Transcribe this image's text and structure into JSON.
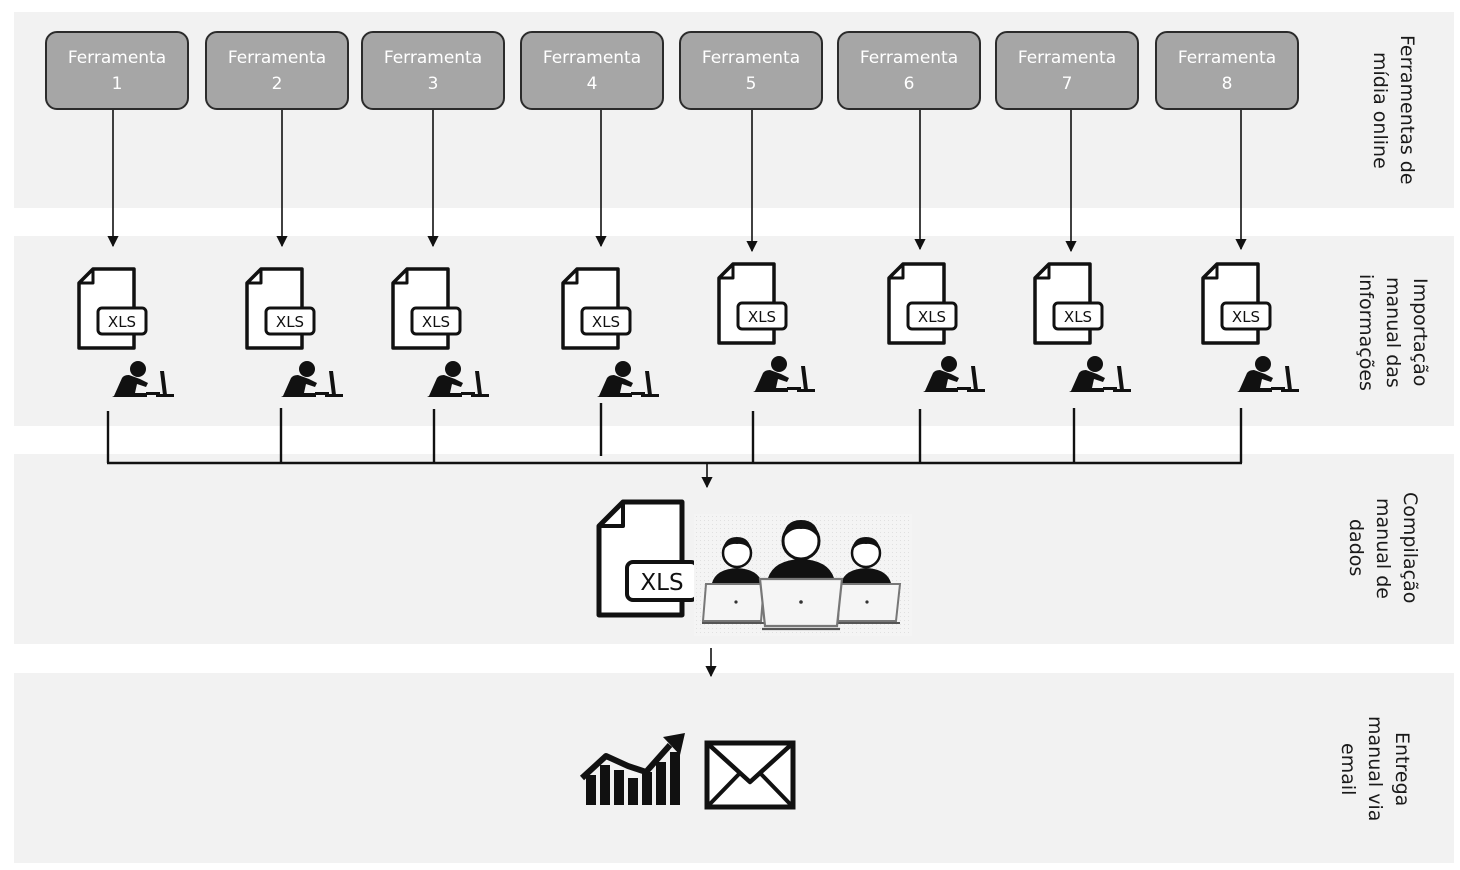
{
  "tools": [
    {
      "label": "Ferramenta",
      "number": "1"
    },
    {
      "label": "Ferramenta",
      "number": "2"
    },
    {
      "label": "Ferramenta",
      "number": "3"
    },
    {
      "label": "Ferramenta",
      "number": "4"
    },
    {
      "label": "Ferramenta",
      "number": "5"
    },
    {
      "label": "Ferramenta",
      "number": "6"
    },
    {
      "label": "Ferramenta",
      "number": "7"
    },
    {
      "label": "Ferramenta",
      "number": "8"
    }
  ],
  "file_label": "XLS",
  "stages": {
    "tools": {
      "line1": "Ferramentas de",
      "line2": "mídia online"
    },
    "import": {
      "line1": "Importação",
      "line2": "manual das",
      "line3": "informações"
    },
    "compile": {
      "line1": "Compilação",
      "line2": "manual de",
      "line3": "dados"
    },
    "delivery": {
      "line1": "Entrega",
      "line2": "manual via",
      "line3": "email"
    }
  },
  "icons": {
    "file": "xls-file-icon",
    "worker": "person-at-computer-icon",
    "team": "team-with-laptops-icon",
    "chart": "growth-chart-icon",
    "mail": "envelope-icon"
  },
  "colors": {
    "band": "#f2f2f2",
    "tool_fill": "#a6a6a6",
    "tool_border": "#2b2b2b",
    "tool_text": "#ffffff",
    "ink": "#111111"
  }
}
